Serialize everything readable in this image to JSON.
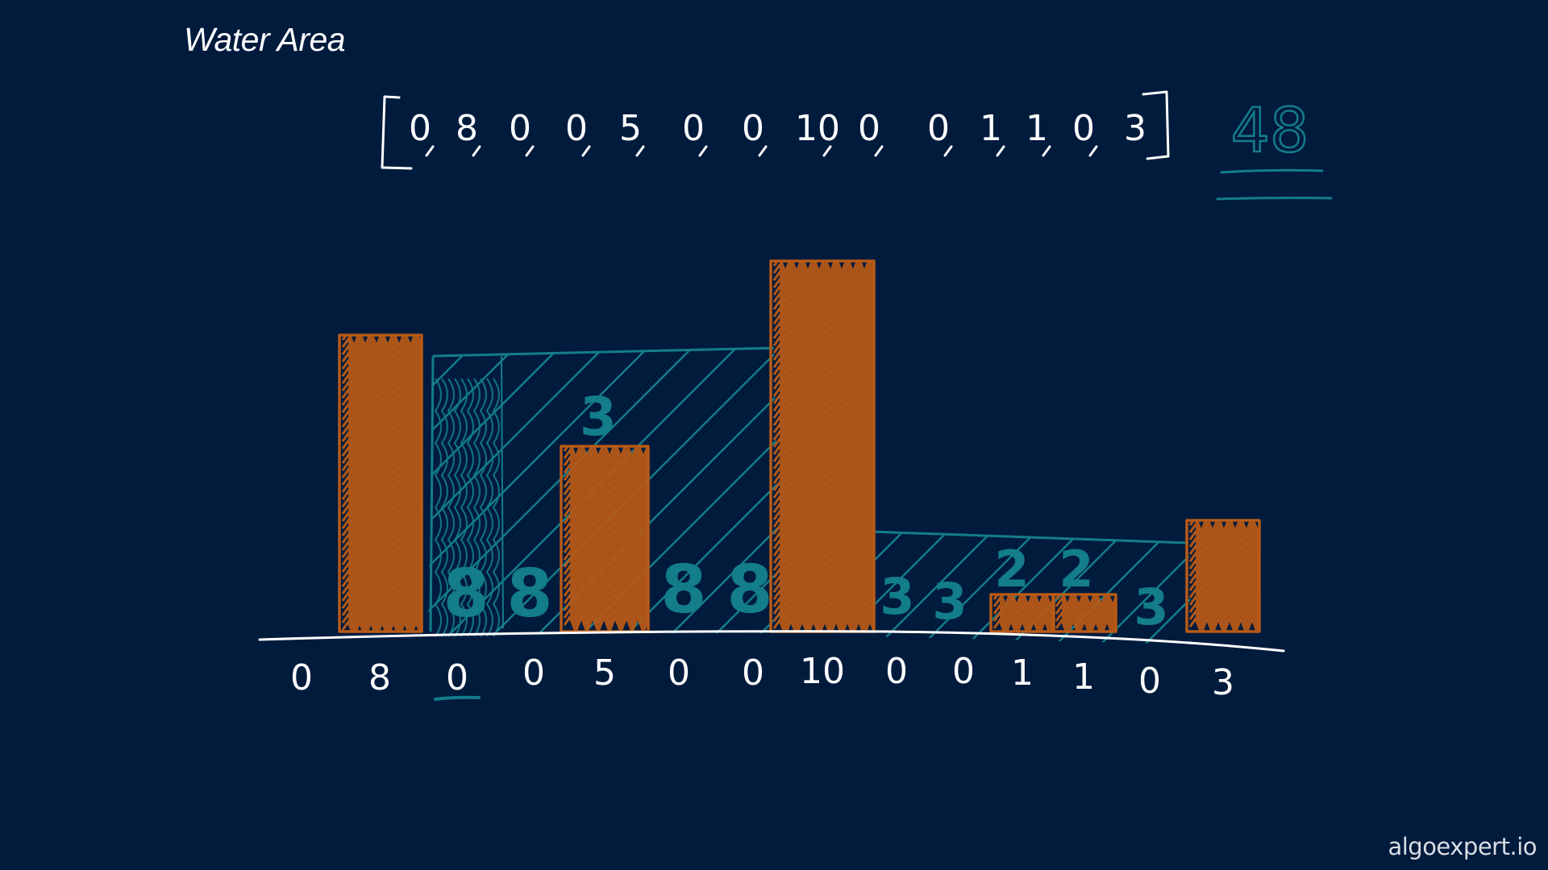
{
  "title": "Water Area",
  "watermark": "algoexpert.io",
  "heights": [
    0,
    8,
    0,
    0,
    5,
    0,
    0,
    10,
    0,
    0,
    1,
    1,
    0,
    3
  ],
  "water": [
    null,
    null,
    8,
    8,
    null,
    8,
    8,
    null,
    3,
    3,
    2,
    2,
    3,
    null
  ],
  "mid_annotation": "3",
  "answer": "48",
  "highlighted_index": 2,
  "colors": {
    "background": "#011b3d",
    "chalk": "#ffffff",
    "pillar": "#b85a16",
    "water": "#137d8a"
  }
}
